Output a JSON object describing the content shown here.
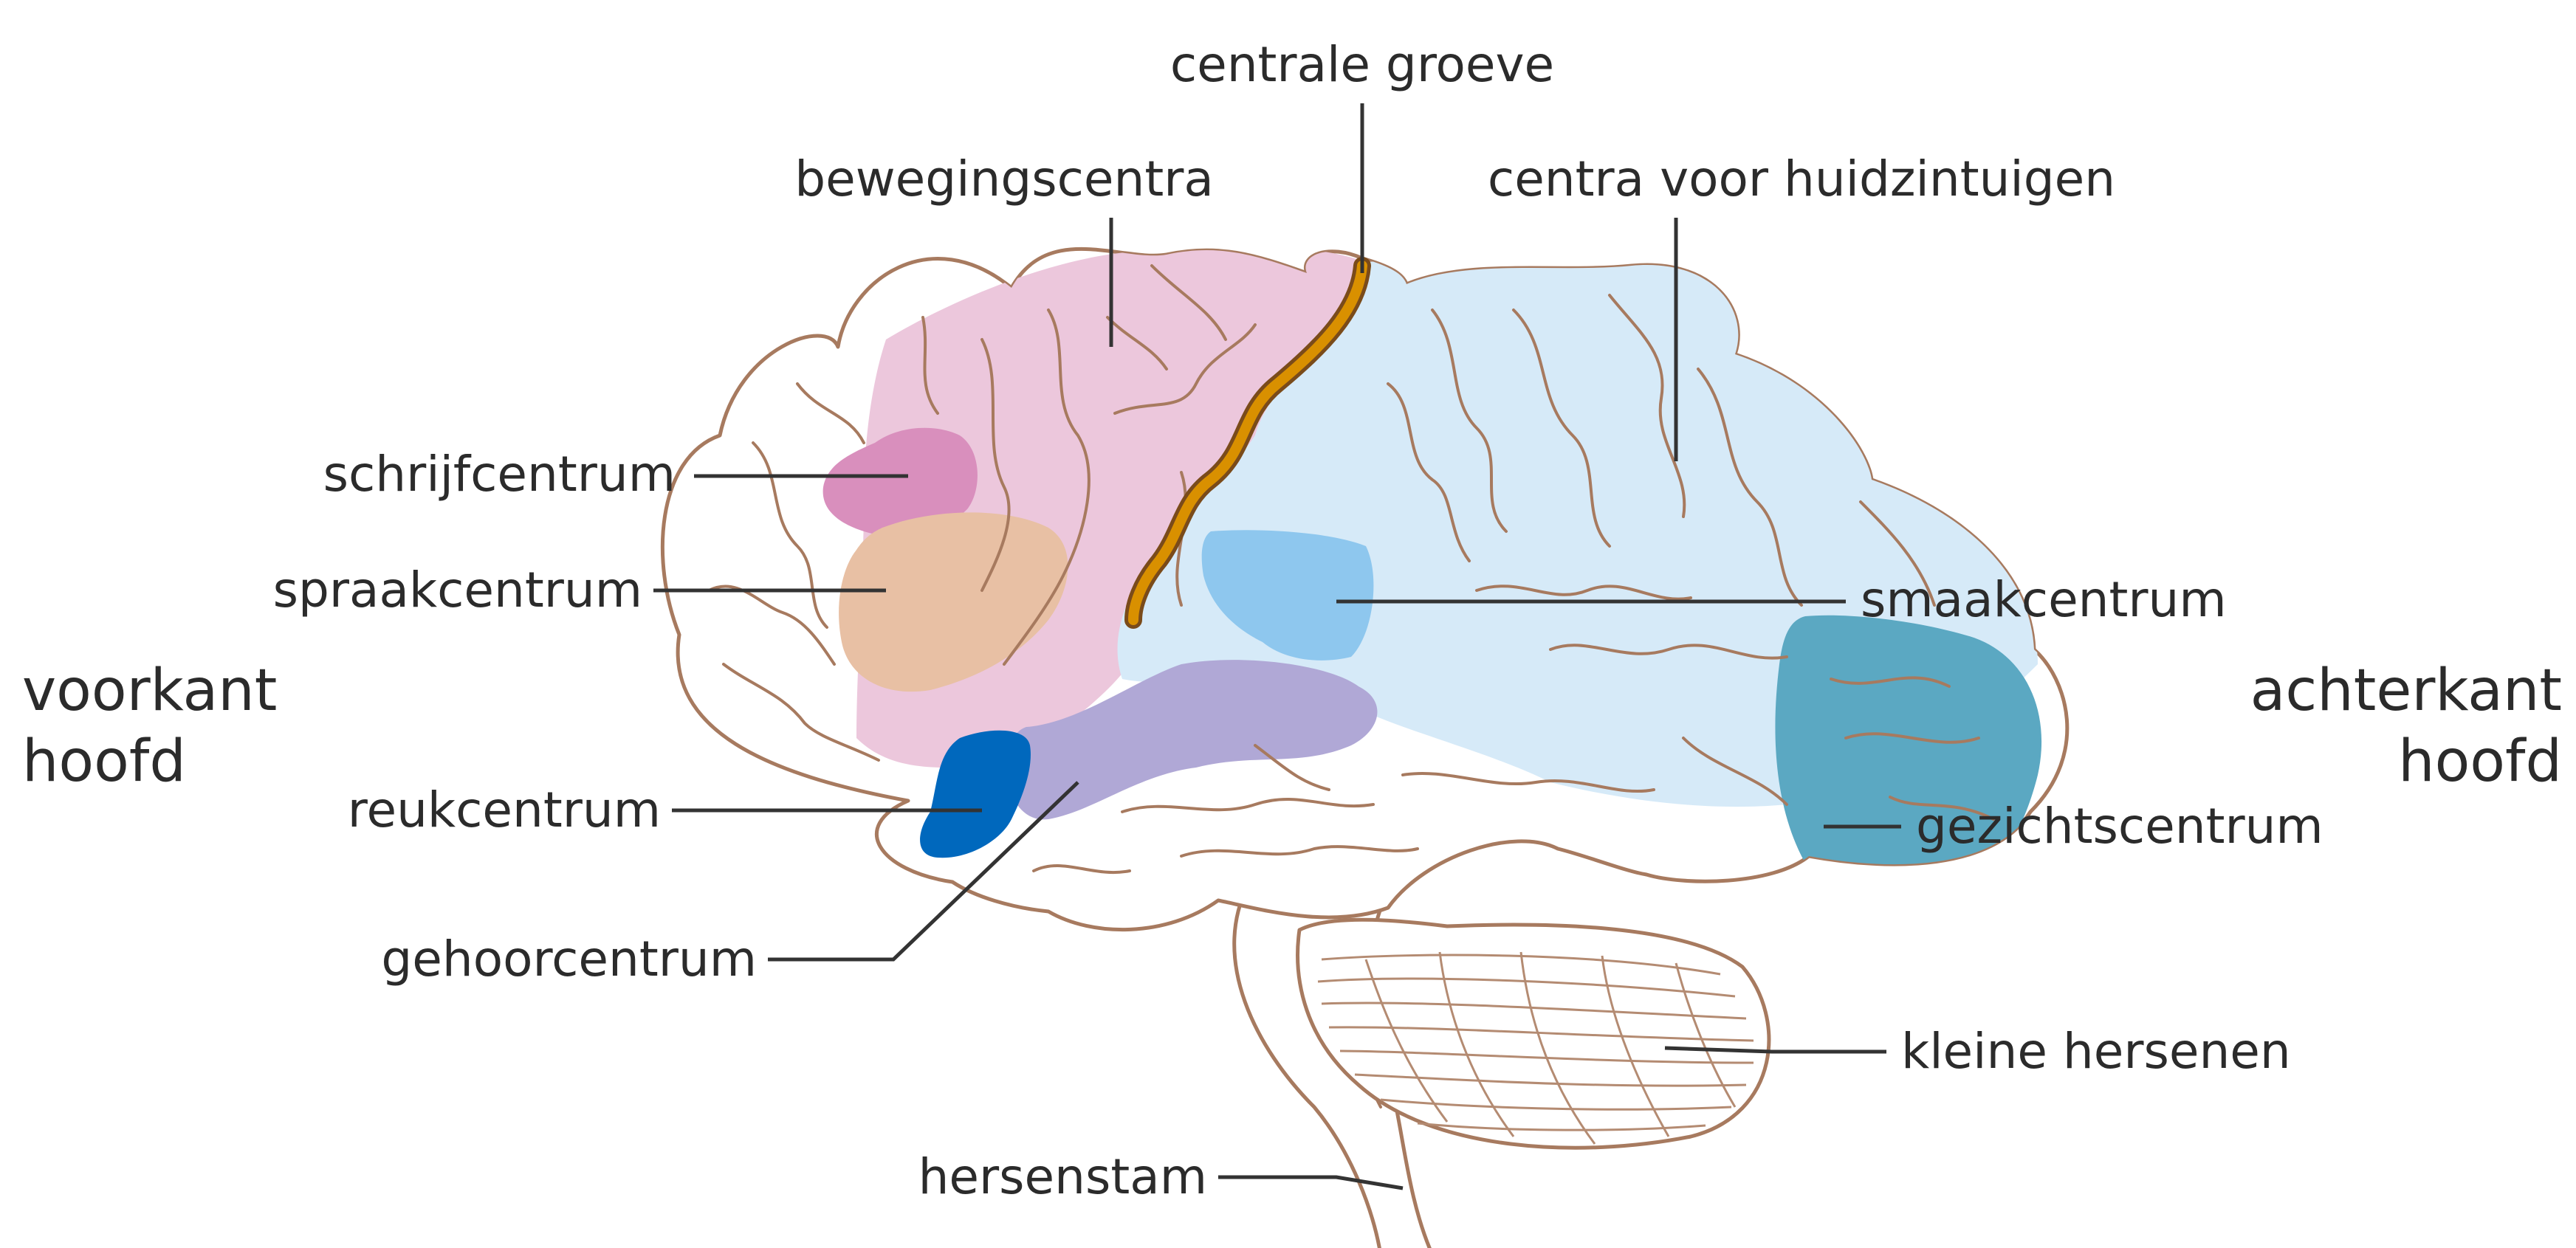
{
  "labels": {
    "centrale_groeve": "centrale groeve",
    "bewegingscentra": "bewegingscentra",
    "centra_huidzintuigen": "centra voor huidzintuigen",
    "schrijfcentrum": "schrijfcentrum",
    "spraakcentrum": "spraakcentrum",
    "smaakcentrum": "smaakcentrum",
    "reukcentrum": "reukcentrum",
    "gehoorcentrum": "gehoorcentrum",
    "gezichtscentrum": "gezichtscentrum",
    "kleine_hersenen": "kleine hersenen",
    "hersenstam": "hersenstam",
    "voorkant_line1": "voorkant",
    "voorkant_line2": "hoofd",
    "achterkant_line1": "achterkant",
    "achterkant_line2": "hoofd"
  },
  "colors": {
    "outline": "#a77a5f",
    "brain_base": "#ffffff",
    "motor_area": "#ecc7dc",
    "writing_center": "#d98fbd",
    "speech_center": "#e8c0a4",
    "sensory_area": "#d6eaf8",
    "taste_center": "#8ec7ee",
    "hearing_center": "#b0a8d6",
    "smell_center": "#0068bd",
    "visual_center": "#5ba8c2",
    "central_sulcus": "#d99000"
  }
}
